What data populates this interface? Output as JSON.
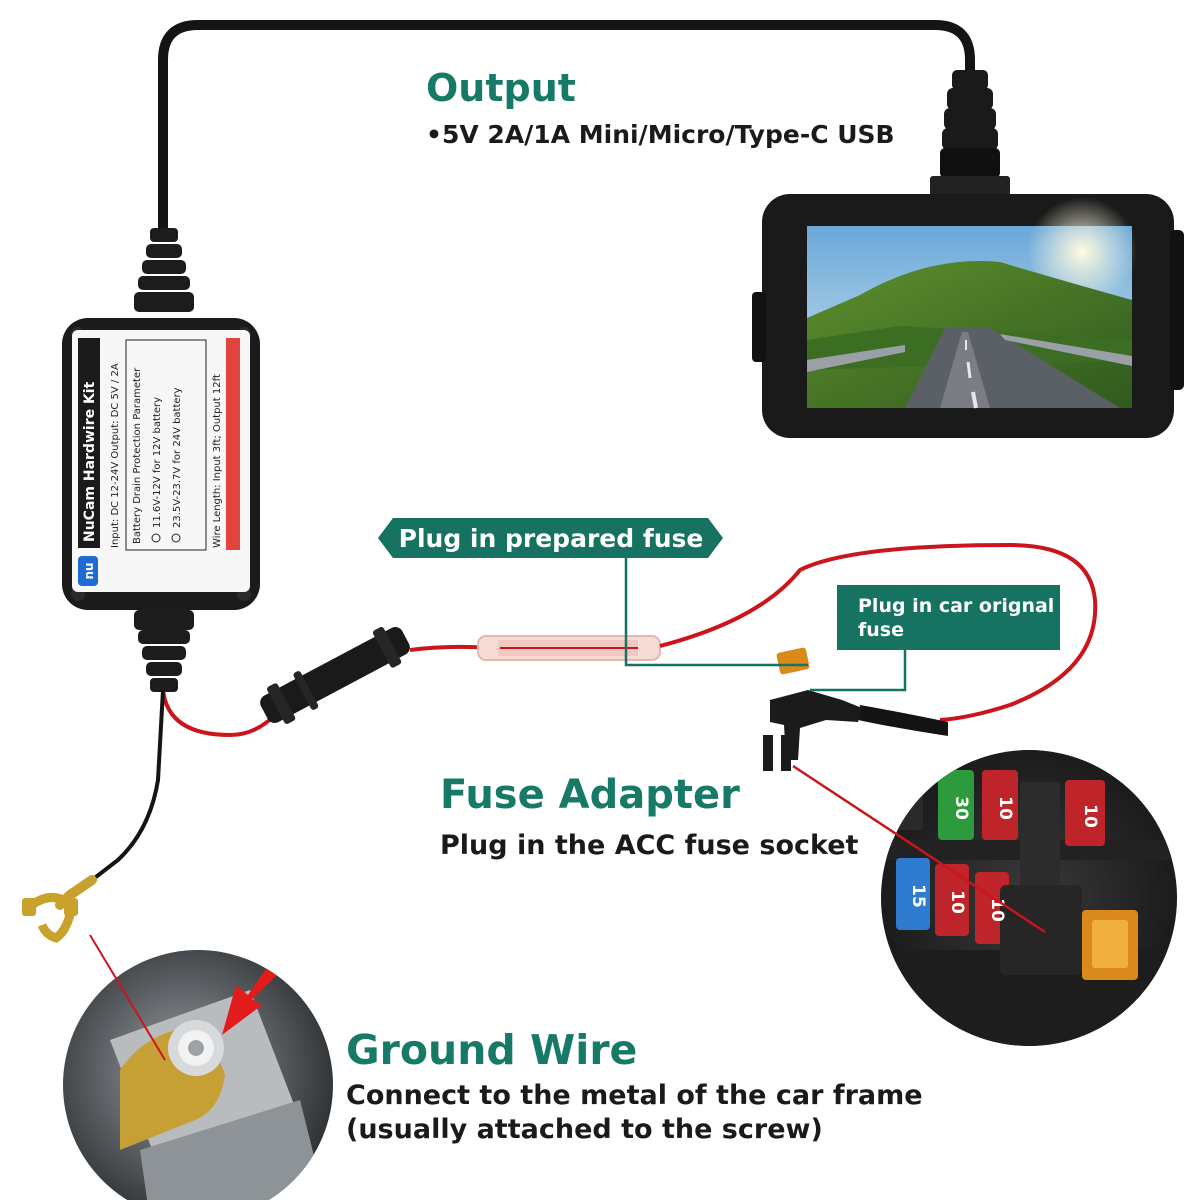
{
  "output": {
    "title": "Output",
    "spec": "•5V 2A/1A Mini/Micro/Type-C USB"
  },
  "hardwire_box": {
    "brand_logo": "nu",
    "product_name": "NuCam Hardwire Kit",
    "line_ratings": "Input: DC 12-24V   Output: DC 5V / 2A",
    "line_title": "Battery Drain Protection Parameter",
    "line_12v": "11.6V-12V for 12V battery",
    "line_24v": "23.5V-23.7V for 24V battery",
    "line_length": "Wire Length: Input 3ft; Output 12ft"
  },
  "callouts": {
    "prepared_fuse": "Plug in prepared fuse",
    "car_original_fuse": "Plug in car orignal\nfuse"
  },
  "fuse_adapter": {
    "title": "Fuse Adapter",
    "subtitle": "Plug in the ACC fuse socket"
  },
  "fuse_panel": {
    "fuse_labels": [
      "30",
      "10",
      "10",
      "15",
      "10",
      "10"
    ]
  },
  "ground_wire": {
    "title": "Ground Wire",
    "line1": "Connect to the metal of the car frame",
    "line2": "(usually attached to the screw)"
  },
  "colors": {
    "heading": "#177a66",
    "tag_bg": "#167261",
    "wire_red": "#c9151b",
    "cable_black": "#141414",
    "fuse_green": "#2e9a3e",
    "fuse_red": "#c0242b",
    "fuse_blue": "#2f7bd0",
    "fuse_orange": "#d98a1a"
  }
}
